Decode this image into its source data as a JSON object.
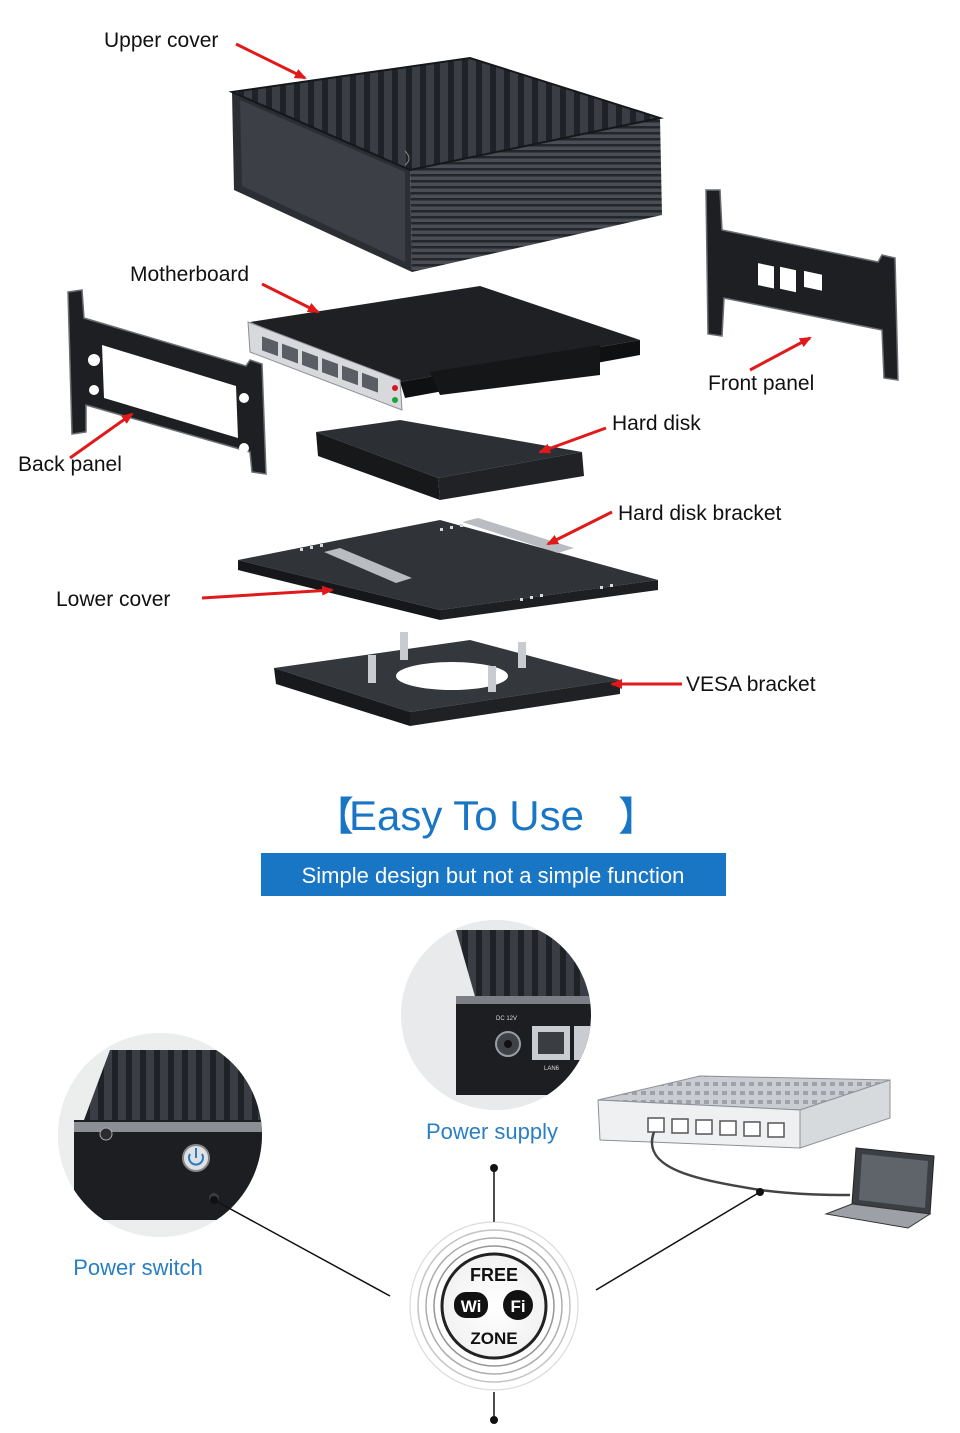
{
  "explode": {
    "upper_cover": "Upper cover",
    "motherboard": "Motherboard",
    "front_panel": "Front panel",
    "back_panel": "Back panel",
    "hard_disk": "Hard disk",
    "hard_disk_bracket": "Hard disk bracket",
    "lower_cover": "Lower cover",
    "vesa_bracket": "VESA bracket"
  },
  "easy": {
    "title": "Easy To Use",
    "bracket_left": "【",
    "bracket_right": "】",
    "subtitle": "Simple design but not a simple function",
    "power_supply": "Power supply",
    "power_switch": "Power switch",
    "port_dc": "DC 12V",
    "port_lan": "LAN6"
  },
  "wifi_badge": {
    "free": "FREE",
    "wi": "Wi",
    "fi": "Fi",
    "zone": "ZONE"
  },
  "colors": {
    "arrow_red": "#e01a1a",
    "accent_blue": "#1976c5",
    "label_blue": "#2a7fc4",
    "chassis_dark": "#2b2e33"
  }
}
